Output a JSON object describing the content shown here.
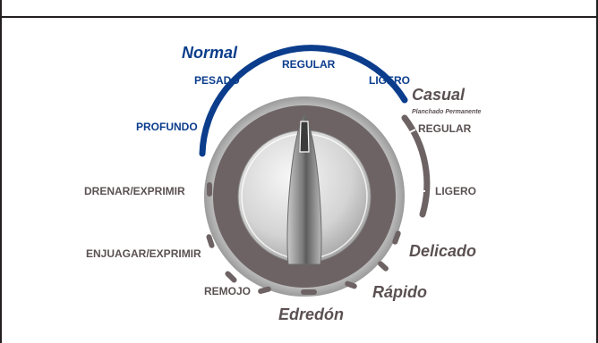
{
  "dial": {
    "groups": {
      "normal": "Normal",
      "casual": "Casual",
      "casual_sub": "Planchado Permanente",
      "delicado": "Delicado",
      "rapido": "Rápido",
      "edredon": "Edredón"
    },
    "settings": {
      "pesado": "PESADO",
      "regular_normal": "REGULAR",
      "ligero_normal": "LIGERO",
      "profundo": "PROFUNDO",
      "regular_casual": "REGULAR",
      "ligero_casual": "LIGERO",
      "drenar": "DRENAR/EXPRIMIR",
      "enjuagar": "ENJUAGAR/EXPRIMIR",
      "remojo": "REMOJO"
    },
    "colors": {
      "normal_blue": "#0b3d8c",
      "ring_brown": "#6e6364",
      "label_gray": "#5b5152"
    }
  }
}
